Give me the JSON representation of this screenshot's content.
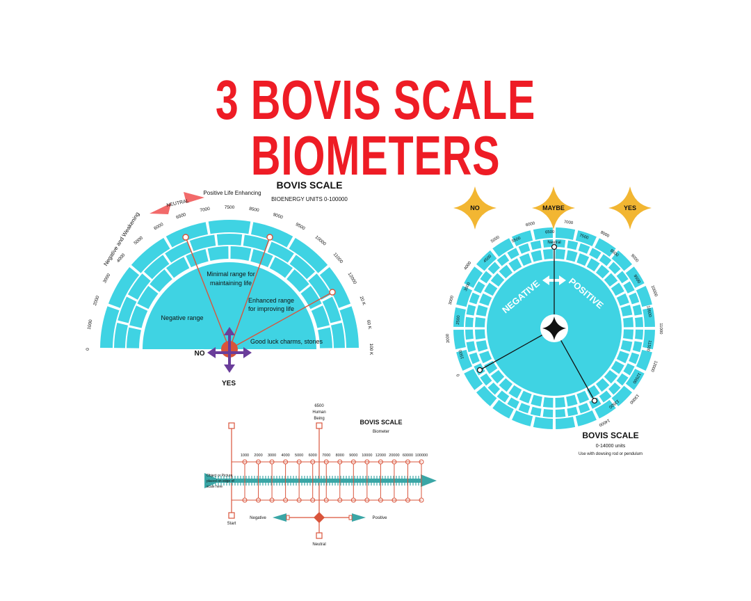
{
  "title": "3 BOVIS SCALE BIOMETERS",
  "colors": {
    "cyan": "#3fd3e3",
    "red": "#ee1c25",
    "orange": "#d9543b",
    "purple": "#6a3d9a",
    "gold": "#f2b632",
    "teal": "#3aa6a6"
  },
  "semi": {
    "heading": "BOVIS SCALE",
    "subheading": "BIOENERGY UNITS 0-100000",
    "positive_label": "Positive Life Enhancing",
    "neutral_label": "NEUTRAL",
    "negative_label": "Negative and Weakening",
    "ticks": [
      "0",
      "1000",
      "2000",
      "3000",
      "4000",
      "5000",
      "6000",
      "6500",
      "7000",
      "7500",
      "8500",
      "9000",
      "9500",
      "10000",
      "11000",
      "12000",
      "20 K",
      "60 K",
      "100 K"
    ],
    "zone_negative": "Negative range",
    "zone_minimal_1": "Minimal range for",
    "zone_minimal_2": "maintaining life",
    "zone_enhanced_1": "Enhanced range",
    "zone_enhanced_2": "for improving life",
    "zone_good": "Good luck charms, stones",
    "no_label": "NO",
    "yes_label": "YES"
  },
  "circle": {
    "stars": [
      "NO",
      "MAYBE",
      "YES"
    ],
    "negative": "NEGATIVE",
    "positive": "POSITIVE",
    "neutral": "Neutral",
    "ticks": [
      "0",
      "1500",
      "2000",
      "2500",
      "3000",
      "3500",
      "4000",
      "4500",
      "5000",
      "5500",
      "6000",
      "6500",
      "7000",
      "7500",
      "8000",
      "8500",
      "9000",
      "9500",
      "10000",
      "10500",
      "11000",
      "11500",
      "12000",
      "12500",
      "13000",
      "13500",
      "14000"
    ],
    "heading": "BOVIS SCALE",
    "units": "0-14000 units",
    "note": "Use with dowsing rod or pendulum"
  },
  "linear": {
    "heading": "BOVIS SCALE",
    "subheading": "Biometer",
    "top_label_1": "6500",
    "top_label_2": "Human",
    "top_label_3": "Being",
    "ticks": [
      "1000",
      "2000",
      "3000",
      "4000",
      "5000",
      "6000",
      "7000",
      "8000",
      "9000",
      "10000",
      "12000",
      "20000",
      "60000",
      "100000"
    ],
    "object_1": "Object or Picture",
    "object_2": "placed on edge of",
    "object_3": "scale here",
    "start": "Start",
    "negative": "Negative",
    "positive": "Positive",
    "neutral": "Neutral"
  }
}
